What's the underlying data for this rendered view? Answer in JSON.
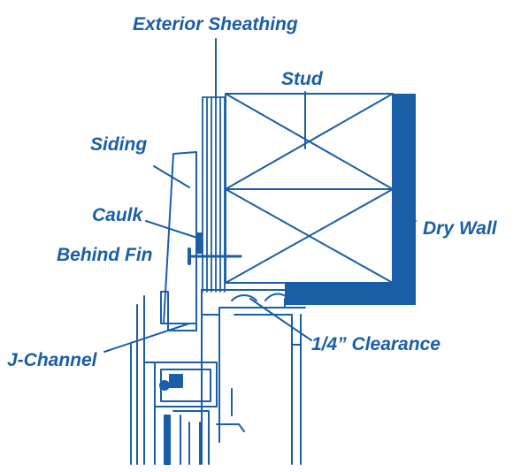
{
  "colors": {
    "ink": "#1a5ea8",
    "paper": "#ffffff"
  },
  "labels": {
    "exterior_sheathing": "Exterior Sheathing",
    "stud": "Stud",
    "siding": "Siding",
    "caulk_line1": "Caulk",
    "caulk_line2": "Behind Fin",
    "dry_wall": "Dry Wall",
    "j_channel": "J-Channel",
    "clearance": "1/4” Clearance"
  }
}
